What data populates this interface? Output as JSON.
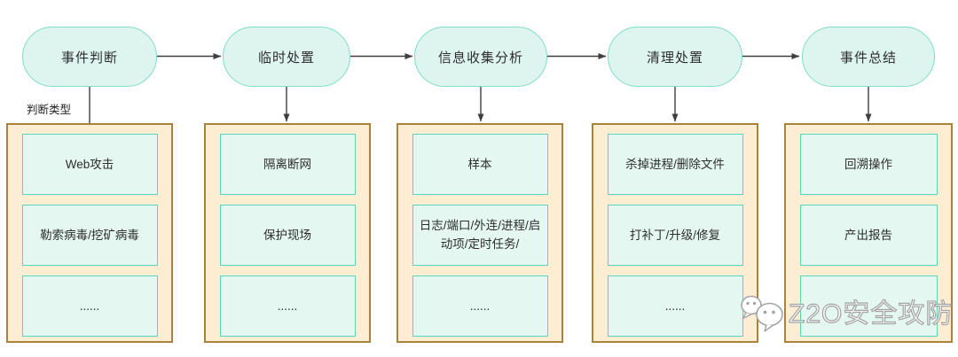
{
  "diagram": {
    "note_label": "判断类型",
    "stages": [
      {
        "label": "事件判断",
        "items": [
          "Web攻击",
          "勒索病毒/挖矿病毒",
          "......"
        ]
      },
      {
        "label": "临时处置",
        "items": [
          "隔离断网",
          "保护现场",
          "......"
        ]
      },
      {
        "label": "信息收集分析",
        "items": [
          "样本",
          "日志/端口/外连/进程/启动项/定时任务/",
          "......"
        ]
      },
      {
        "label": "清理处置",
        "items": [
          "杀掉进程/删除文件",
          "打补丁/升级/修复",
          "......"
        ]
      },
      {
        "label": "事件总结",
        "items": [
          "回溯操作",
          "产出报告",
          ""
        ]
      }
    ],
    "colors": {
      "pill_fill": "#def5ef",
      "pill_border": "#7fdcc8",
      "item_fill": "#e4f7f1",
      "item_border": "#5bd6bd",
      "group_fill": "#fdeed3",
      "group_border": "#ab8239",
      "arrow": "#3f3f3f",
      "text": "#2e2e2e",
      "watermark": "#a5a5a5"
    },
    "watermark": {
      "icon": "wechat-icon",
      "text": "Z2O安全攻防"
    }
  }
}
